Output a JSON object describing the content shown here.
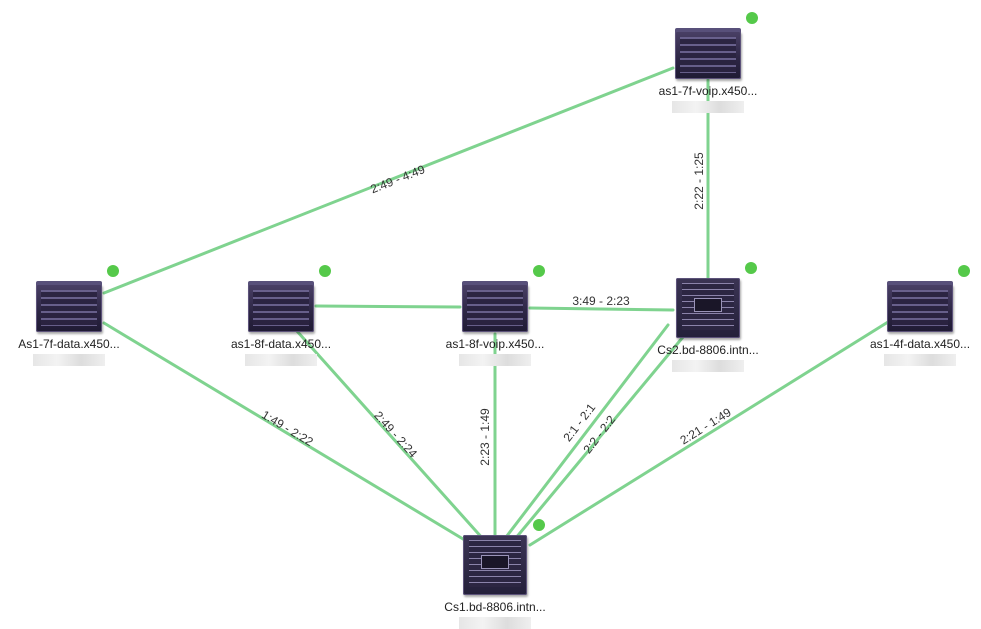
{
  "colors": {
    "link": "#7fd38f",
    "status_up": "#55c94a",
    "device": "#2e2746"
  },
  "nodes": [
    {
      "id": "as1-7f-voip",
      "label": "as1-7f-voip.x450...",
      "kind": "stack",
      "status": "up"
    },
    {
      "id": "As1-7f-data",
      "label": "As1-7f-data.x450...",
      "kind": "stack",
      "status": "up"
    },
    {
      "id": "as1-8f-data",
      "label": "as1-8f-data.x450...",
      "kind": "stack",
      "status": "up"
    },
    {
      "id": "as1-8f-voip",
      "label": "as1-8f-voip.x450...",
      "kind": "stack",
      "status": "up"
    },
    {
      "id": "Cs2",
      "label": "Cs2.bd-8806.intn...",
      "kind": "chassis",
      "status": "up"
    },
    {
      "id": "as1-4f-data",
      "label": "as1-4f-data.x450...",
      "kind": "stack",
      "status": "up"
    },
    {
      "id": "Cs1",
      "label": "Cs1.bd-8806.intn...",
      "kind": "chassis",
      "status": "up"
    }
  ],
  "links": [
    {
      "from": "As1-7f-data",
      "to": "as1-7f-voip",
      "label": "2:49 - 4:49"
    },
    {
      "from": "as1-7f-voip",
      "to": "Cs2",
      "label": "2:22 - 1:25"
    },
    {
      "from": "as1-8f-data",
      "to": "as1-8f-voip",
      "label": ""
    },
    {
      "from": "as1-8f-voip",
      "to": "Cs2",
      "label": "3:49 - 2:23"
    },
    {
      "from": "As1-7f-data",
      "to": "Cs1",
      "label": "1:49 - 2:22"
    },
    {
      "from": "as1-8f-data",
      "to": "Cs1",
      "label": "2:49 - 2:24"
    },
    {
      "from": "as1-8f-voip",
      "to": "Cs1",
      "label": "2:23 - 1:49"
    },
    {
      "from": "Cs2",
      "to": "Cs1",
      "label": "2:1 - 2:1"
    },
    {
      "from": "Cs2",
      "to": "Cs1",
      "label": "2:2 - 2:2"
    },
    {
      "from": "as1-4f-data",
      "to": "Cs1",
      "label": "2:21 - 1:49"
    }
  ]
}
